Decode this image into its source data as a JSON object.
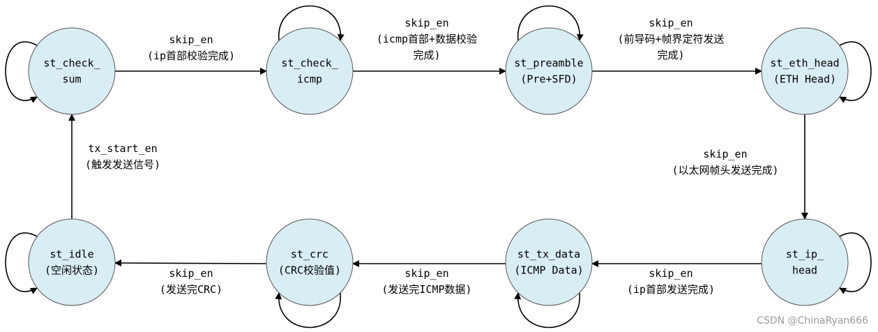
{
  "diagram": {
    "states": [
      {
        "id": "check_sum",
        "lines": [
          "st_check_",
          "sum"
        ]
      },
      {
        "id": "check_icmp",
        "lines": [
          "st_check_",
          "icmp"
        ]
      },
      {
        "id": "preamble",
        "lines": [
          "st_preamble",
          "(Pre+SFD)"
        ]
      },
      {
        "id": "eth_head",
        "lines": [
          "st_eth_head",
          "(ETH Head)"
        ]
      },
      {
        "id": "ip_head",
        "lines": [
          "st_ip_",
          "head"
        ]
      },
      {
        "id": "tx_data",
        "lines": [
          "st_tx_data",
          "(ICMP Data)"
        ]
      },
      {
        "id": "crc",
        "lines": [
          "st_crc",
          "(CRC校验值)"
        ]
      },
      {
        "id": "idle",
        "lines": [
          "st_idle",
          "(空闲状态)"
        ]
      }
    ],
    "transitions": [
      {
        "id": "sum_to_icmp",
        "lines": [
          "skip_en",
          "(ip首部校验完成)"
        ]
      },
      {
        "id": "icmp_to_pre",
        "lines": [
          "skip_en",
          "(icmp首部+数据校验",
          "完成)"
        ]
      },
      {
        "id": "pre_to_eth",
        "lines": [
          "skip_en",
          "(前导码+帧界定符发送",
          "完成)"
        ]
      },
      {
        "id": "eth_to_ip",
        "lines": [
          "skip_en",
          "(以太网帧头发送完成)"
        ]
      },
      {
        "id": "ip_to_data",
        "lines": [
          "skip_en",
          "(ip首部发送完成)"
        ]
      },
      {
        "id": "data_to_crc",
        "lines": [
          "skip_en",
          "(发送完ICMP数据)"
        ]
      },
      {
        "id": "crc_to_idle",
        "lines": [
          "skip_en",
          "(发送完CRC)"
        ]
      },
      {
        "id": "idle_to_sum",
        "lines": [
          "tx_start_en",
          "(触发发送信号)"
        ]
      }
    ]
  },
  "watermark": "CSDN @ChinaRyan666",
  "colors": {
    "node_fill": "#d9edf4",
    "stroke": "#000000",
    "watermark": "#9a9a9a"
  }
}
